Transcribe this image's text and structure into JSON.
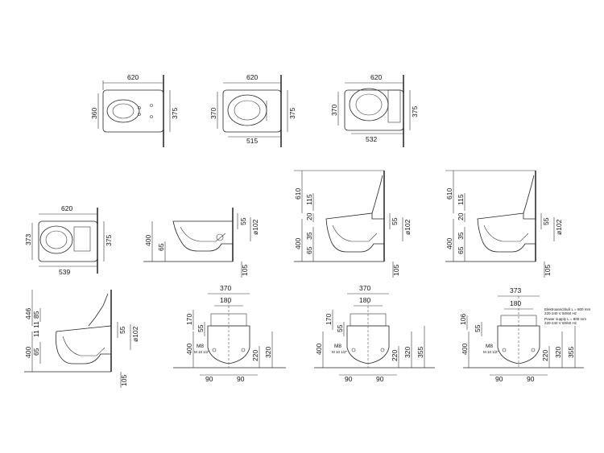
{
  "top_views": [
    {
      "width": "620",
      "depth_left": "360",
      "depth_right": "375",
      "bottom": ""
    },
    {
      "width": "620",
      "depth_left": "370",
      "depth_right": "375",
      "bottom": "515"
    },
    {
      "width": "620",
      "depth_left": "370",
      "depth_right": "375",
      "bottom": "532"
    },
    {
      "width": "620",
      "depth_left": "373",
      "depth_right": "375",
      "bottom": "539"
    }
  ],
  "side_views": {
    "side1": {
      "h400": "400",
      "h65": "65",
      "d55": "55",
      "d102": "ø102",
      "d105": "105"
    },
    "side2": {
      "h610": "610",
      "h400": "400",
      "h65": "65",
      "h35": "35",
      "h20": "20",
      "h115": "115",
      "d55": "55",
      "d102": "ø102",
      "d105": "105"
    },
    "side3": {
      "h610": "610",
      "h400": "400",
      "h65": "65",
      "h35": "35",
      "h20": "20",
      "h115": "115",
      "d55": "55",
      "d102": "ø102",
      "d105": "105"
    },
    "side4": {
      "h446": "446",
      "h85": "85",
      "h11a": "11",
      "h11b": "11",
      "h65": "65",
      "h400": "400",
      "d55": "55",
      "d102": "ø102",
      "d105": "105"
    }
  },
  "front_views": [
    {
      "w1": "370",
      "w2": "180",
      "h170": "170",
      "h55": "55",
      "h400": "400",
      "thread": "M8",
      "thread2": "M 10 1/2\"",
      "h220": "220",
      "h320": "320",
      "h355": "",
      "b1": "90",
      "b2": "90",
      "note1": "",
      "note2": ""
    },
    {
      "w1": "370",
      "w2": "180",
      "h170": "170",
      "h55": "55",
      "h400": "400",
      "thread": "M8",
      "thread2": "M 10 1/2\"",
      "h220": "220",
      "h320": "320",
      "h355": "355",
      "b1": "90",
      "b2": "90",
      "note1": "",
      "note2": ""
    },
    {
      "w1": "373",
      "w2": "180",
      "h170": "106",
      "h55": "55",
      "h400": "400",
      "thread": "M8",
      "thread2": "M 10 1/2\"",
      "h220": "220",
      "h320": "320",
      "h355": "355",
      "b1": "90",
      "b2": "90",
      "note1": "Elektroanschluß L = 800 mm",
      "note1b": "220-240 V 50/60 Hz",
      "note2": "Power supply L = 800 mm",
      "note2b": "220-240 V 50/60 Hz"
    }
  ]
}
